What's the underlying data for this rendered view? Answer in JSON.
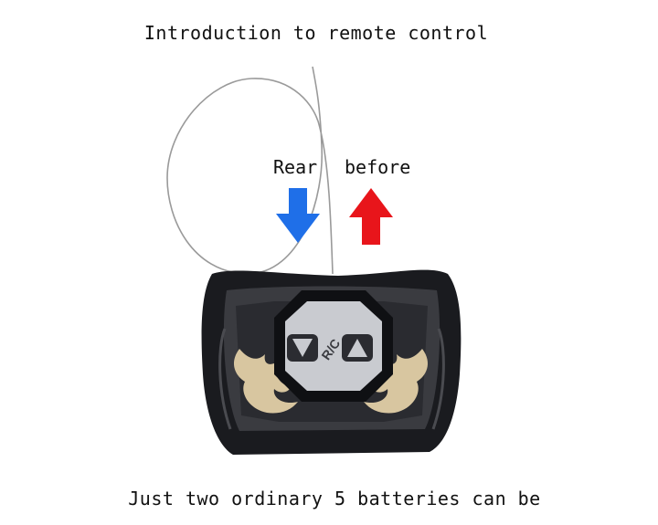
{
  "title": "Introduction to remote control",
  "footer": "Just two ordinary 5 batteries can be",
  "directions": {
    "rear_label": "Rear",
    "before_label": "before"
  },
  "remote": {
    "center_label": "R/C"
  },
  "colors": {
    "rear_arrow": "#1f6fe8",
    "before_arrow": "#e8151b",
    "remote_body": "#1a1b1f",
    "button_panel": "#c9cbd0",
    "flame": "#d8c6a0"
  },
  "icons": {
    "rear_arrow": "arrow-down-icon",
    "before_arrow": "arrow-up-icon",
    "left_button": "triangle-down-icon",
    "right_button": "triangle-up-icon"
  }
}
